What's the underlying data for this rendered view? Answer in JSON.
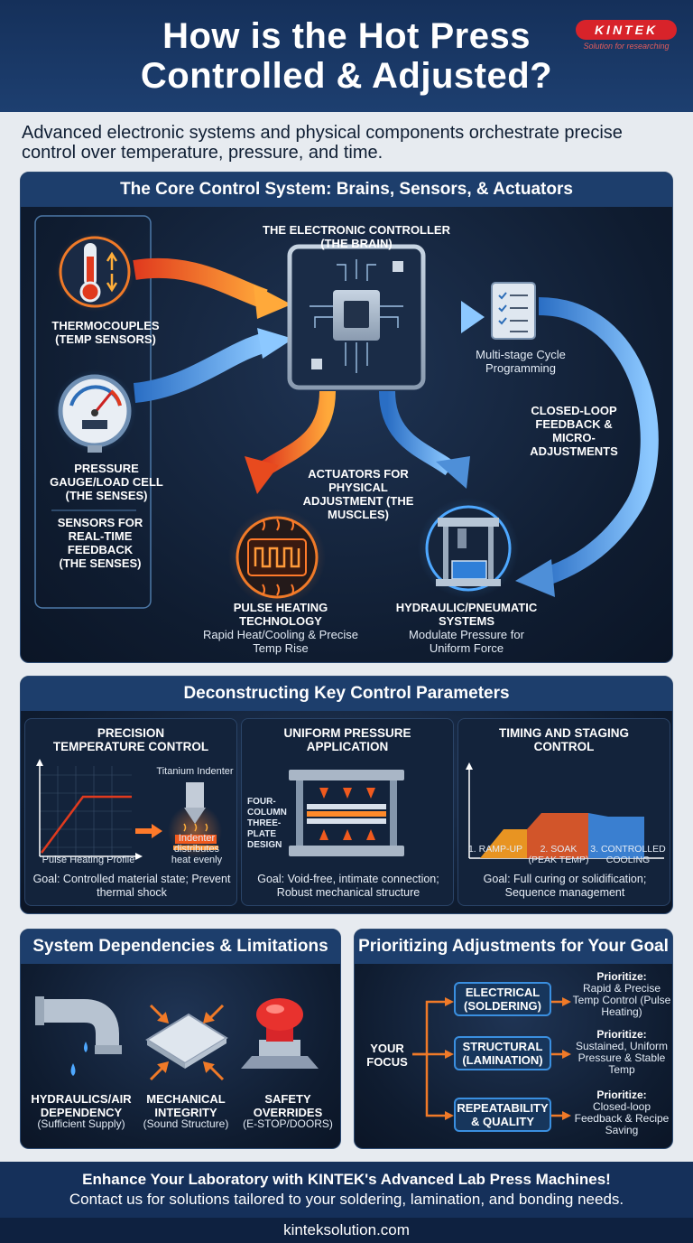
{
  "header": {
    "title": "How is the Hot Press Controlled & Adjusted?",
    "logo_text": "KINTEK",
    "logo_tagline": "Solution for researching"
  },
  "intro": "Advanced electronic systems and physical components orchestrate precise control over temperature, pressure, and time.",
  "core": {
    "title": "The Core Control System: Brains, Sensors, & Actuators",
    "controller": "THE ELECTRONIC CONTROLLER (THE BRAIN)",
    "thermocouples": "THERMOCOUPLES (TEMP SENSORS)",
    "pressure": "PRESSURE GAUGE/LOAD CELL (THE SENSES)",
    "sensors_note": "SENSORS FOR REAL-TIME FEEDBACK (THE SENSES)",
    "programming": "Multi-stage Cycle Programming",
    "closed_loop": "CLOSED-LOOP FEEDBACK & MICRO-ADJUSTMENTS",
    "actuators": "ACTUATORS FOR PHYSICAL ADJUSTMENT (THE MUSCLES)",
    "pulse_title": "PULSE HEATING TECHNOLOGY",
    "pulse_sub": "Rapid Heat/Cooling & Precise Temp Rise",
    "hyd_title": "HYDRAULIC/PNEUMATIC SYSTEMS",
    "hyd_sub": "Modulate Pressure for Uniform Force"
  },
  "params": {
    "title": "Deconstructing Key Control Parameters",
    "temp": {
      "title": "PRECISION TEMPERATURE CONTROL",
      "chart_label": "Pulse Heating Profile",
      "indenter": "Titanium Indenter",
      "indenter_note": "Indenter distributes heat evenly",
      "goal": "Goal: Controlled material state; Prevent thermal shock"
    },
    "pressure": {
      "title": "UNIFORM PRESSURE APPLICATION",
      "design": "FOUR-COLUMN THREE-PLATE DESIGN",
      "goal": "Goal: Void-free, intimate connection; Robust mechanical structure"
    },
    "timing": {
      "title": "TIMING AND STAGING CONTROL",
      "stages": [
        "1. RAMP-UP",
        "2. SOAK (PEAK TEMP)",
        "3. CONTROLLED COOLING"
      ],
      "goal": "Goal: Full curing or solidification; Sequence management"
    }
  },
  "deps": {
    "title": "System Dependencies & Limitations",
    "items": [
      {
        "title": "HYDRAULICS/AIR DEPENDENCY",
        "sub": "(Sufficient Supply)"
      },
      {
        "title": "MECHANICAL INTEGRITY",
        "sub": "(Sound Structure)"
      },
      {
        "title": "SAFETY OVERRIDES",
        "sub": "(E-STOP/DOORS)"
      }
    ]
  },
  "prio": {
    "title": "Prioritizing Adjustments for Your Goal",
    "focus": "YOUR FOCUS",
    "rows": [
      {
        "box": "ELECTRICAL (SOLDERING)",
        "head": "Prioritize:",
        "text": "Rapid & Precise Temp Control (Pulse Heating)"
      },
      {
        "box": "STRUCTURAL (LAMINATION)",
        "head": "Prioritize:",
        "text": "Sustained, Uniform Pressure & Stable Temp"
      },
      {
        "box": "REPEATABILITY & QUALITY",
        "head": "Prioritize:",
        "text": "Closed-loop Feedback & Recipe Saving"
      }
    ]
  },
  "footer": {
    "line1": "Enhance Your Laboratory with KINTEK's Advanced Lab Press Machines!",
    "line2": "Contact us for solutions tailored to your soldering, lamination, and bonding needs.",
    "website": "kinteksolution.com"
  },
  "colors": {
    "navy": "#15305a",
    "accent_blue": "#3a8fe0",
    "accent_orange": "#f07a28",
    "logo_red": "#d8232a"
  }
}
